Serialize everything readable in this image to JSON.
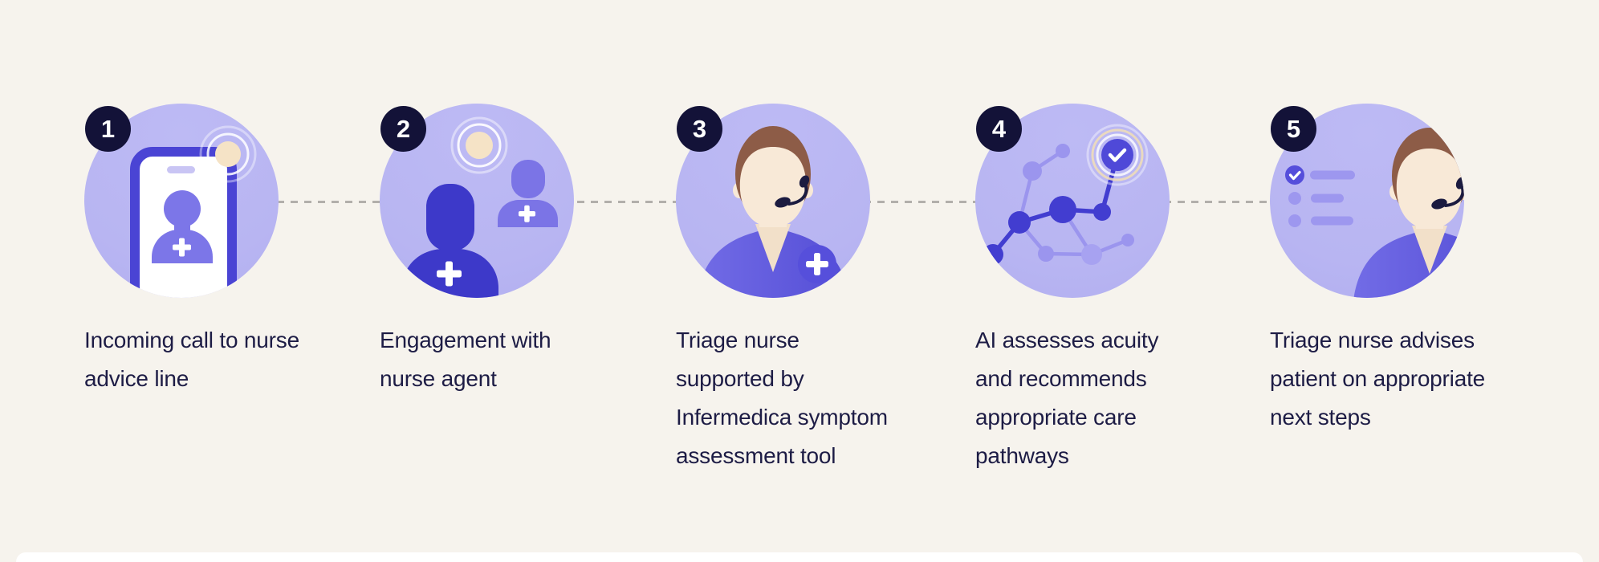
{
  "infographic": {
    "description_visible": false,
    "step_count": 5
  },
  "steps": [
    {
      "number": "1",
      "illustration": "phone-incoming-call-icon",
      "caption_lines": [
        "Incoming call to nurse",
        "advice line"
      ]
    },
    {
      "number": "2",
      "illustration": "nurse-agent-engagement-icon",
      "caption_lines": [
        "Engagement with",
        "nurse agent"
      ]
    },
    {
      "number": "3",
      "illustration": "triage-nurse-headset-icon",
      "caption_lines": [
        "Triage nurse",
        "supported by",
        "Infermedica symptom",
        "assessment tool"
      ]
    },
    {
      "number": "4",
      "illustration": "ai-network-checkmark-icon",
      "caption_lines": [
        "AI assesses acuity",
        "and recommends",
        "appropriate care",
        "pathways"
      ]
    },
    {
      "number": "5",
      "illustration": "nurse-checklist-icon",
      "caption_lines": [
        "Triage nurse advises",
        "patient on appropriate",
        "next steps"
      ]
    }
  ],
  "colors": {
    "background": "#f6f3ed",
    "circle": "#b8b5f2",
    "badge": "#131238",
    "text": "#1d1c45",
    "dash": "#b2afab",
    "white": "#ffffff",
    "indigo_dark": "#3d39c9",
    "indigo_node": "#423dd0",
    "indigo_accent": "#544dd8",
    "phone_border": "#4a44d4",
    "purple_mid": "#7c76e8",
    "purple_light": "#9b95ee",
    "cream_dot": "#f5e3c6",
    "face": "#f8e9d7",
    "hair": "#8d5c47",
    "headset": "#1b1b40"
  }
}
